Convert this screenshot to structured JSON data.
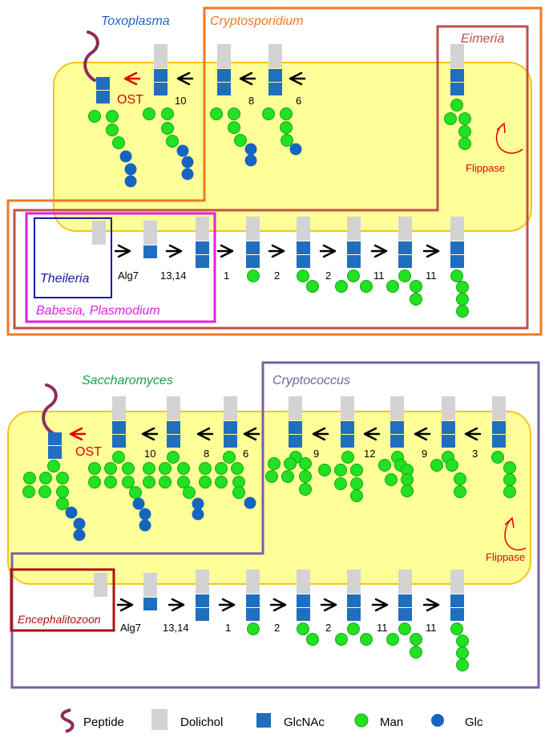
{
  "colors": {
    "er_fill": "#ffff99",
    "er_stroke": "#f5c518",
    "dolichol": "#d3d3d3",
    "glcnac": "#1f6fbe",
    "man": "#22e022",
    "man_stroke": "#13a813",
    "glc": "#1565c0",
    "peptide": "#8b2d5c",
    "red": "#e00000",
    "toxoplasma": "#1a66cc",
    "cryptosporidium": "#f07820",
    "eimeria": "#c0504d",
    "theileria": "#1a1aa6",
    "babesia": "#e020e0",
    "saccharomyces": "#16a34a",
    "cryptococcus": "#7b5ea7",
    "encephalitozoon": "#b01010"
  },
  "top_panel": {
    "organisms": {
      "toxoplasma": "Toxoplasma",
      "cryptosporidium": "Cryptosporidium",
      "eimeria": "Eimeria",
      "theileria": "Theileria",
      "babesia_plasmodium": "Babesia, Plasmodium"
    },
    "ost_label": "OST",
    "flippase_label": "Flippase",
    "lumen_steps": [
      "10",
      "8",
      "6"
    ],
    "cytosol_steps": [
      "Alg7",
      "13,14",
      "1",
      "2",
      "2",
      "11",
      "11"
    ]
  },
  "bottom_panel": {
    "organisms": {
      "saccharomyces": "Saccharomyces",
      "cryptococcus": "Cryptococcus",
      "encephalitozoon": "Encephalitozoon"
    },
    "ost_label": "OST",
    "flippase_label": "Flippase",
    "lumen_steps": [
      "10",
      "8",
      "6",
      "9",
      "12",
      "9",
      "3"
    ],
    "cytosol_steps": [
      "Alg7",
      "13,14",
      "1",
      "2",
      "2",
      "11",
      "11"
    ]
  },
  "legend": [
    {
      "icon": "peptide-icon",
      "label": "Peptide"
    },
    {
      "icon": "dolichol-icon",
      "label": "Dolichol"
    },
    {
      "icon": "glcnac-icon",
      "label": "GlcNAc"
    },
    {
      "icon": "man-icon",
      "label": "Man"
    },
    {
      "icon": "glc-icon",
      "label": "Glc"
    }
  ]
}
